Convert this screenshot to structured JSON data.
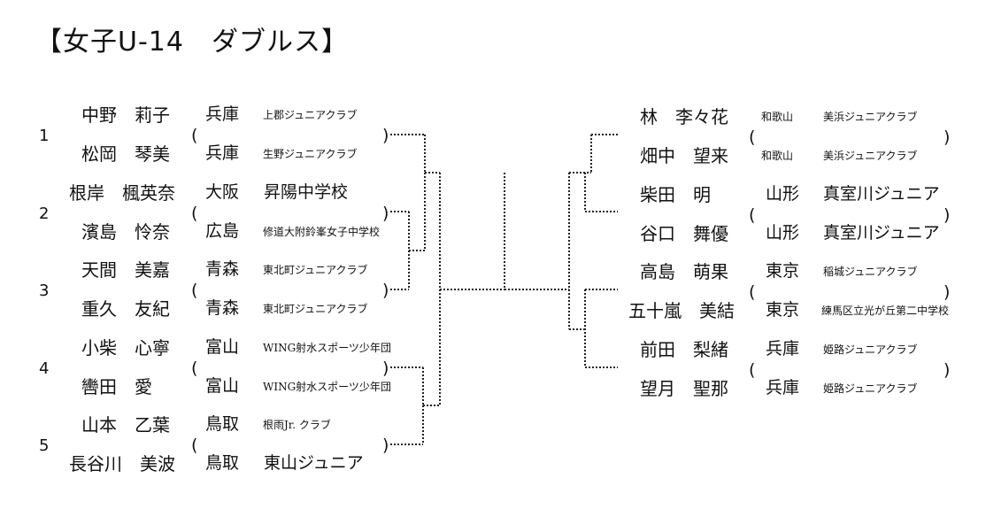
{
  "title": "【女子U-14　ダブルス】",
  "left_pairs": [
    {
      "seed": "1",
      "players": [
        {
          "name": "中野　莉子",
          "pref": "兵庫",
          "club": "上郡ジュニアクラブ"
        },
        {
          "name": "松岡　琴美",
          "pref": "兵庫",
          "club": "生野ジュニアクラブ"
        }
      ]
    },
    {
      "seed": "2",
      "players": [
        {
          "name": "根岸　楓英奈",
          "pref": "大阪",
          "club": "昇陽中学校"
        },
        {
          "name": "濱島　怜奈",
          "pref": "広島",
          "club": "修道大附鈴峯女子中学校"
        }
      ]
    },
    {
      "seed": "3",
      "players": [
        {
          "name": "天間　美嘉",
          "pref": "青森",
          "club": "東北町ジュニアクラブ"
        },
        {
          "name": "重久　友紀",
          "pref": "青森",
          "club": "東北町ジュニアクラブ"
        }
      ]
    },
    {
      "seed": "4",
      "players": [
        {
          "name": "小柴　心寧",
          "pref": "富山",
          "club": "WING射水スポーツ少年団"
        },
        {
          "name": "轡田　愛",
          "pref": "富山",
          "club": "WING射水スポーツ少年団"
        }
      ]
    },
    {
      "seed": "5",
      "players": [
        {
          "name": "山本　乙葉",
          "pref": "鳥取",
          "club": "根雨Jr. クラブ"
        },
        {
          "name": "長谷川　美波",
          "pref": "鳥取",
          "club": "東山ジュニア"
        }
      ]
    }
  ],
  "right_pairs": [
    {
      "players": [
        {
          "name": "林　李々花",
          "pref": "和歌山",
          "club": "美浜ジュニアクラブ"
        },
        {
          "name": "畑中　望来",
          "pref": "和歌山",
          "club": "美浜ジュニアクラブ"
        }
      ]
    },
    {
      "players": [
        {
          "name": "柴田　明",
          "pref": "山形",
          "club": "真室川ジュニア"
        },
        {
          "name": "谷口　舞優",
          "pref": "山形",
          "club": "真室川ジュニア"
        }
      ]
    },
    {
      "players": [
        {
          "name": "高島　萌果",
          "pref": "東京",
          "club": "稲城ジュニアクラブ"
        },
        {
          "name": "五十嵐　美結",
          "pref": "東京",
          "club": "練馬区立光が丘第二中学校"
        }
      ]
    },
    {
      "players": [
        {
          "name": "前田　梨緒",
          "pref": "兵庫",
          "club": "姫路ジュニアクラブ"
        },
        {
          "name": "望月　聖那",
          "pref": "兵庫",
          "club": "姫路ジュニアクラブ"
        }
      ]
    }
  ],
  "paren_open": "(",
  "paren_close": ")"
}
